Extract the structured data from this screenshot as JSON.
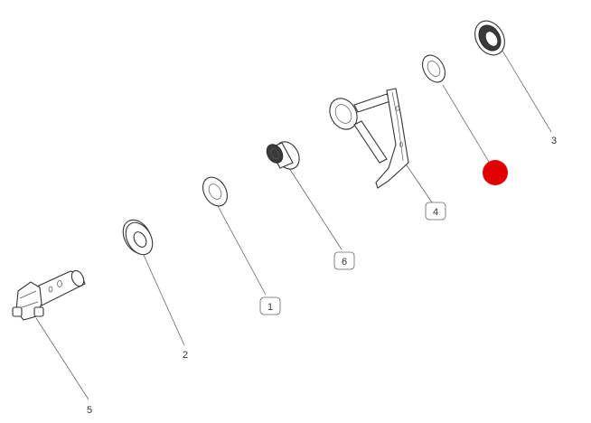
{
  "callouts": {
    "c1": "1",
    "c2": "2",
    "c3": "3",
    "c4": "4",
    "c5": "5",
    "c6": "6"
  },
  "colors": {
    "line": "#333333",
    "highlight": "#e00000"
  },
  "highlight_marker": "red-dot"
}
